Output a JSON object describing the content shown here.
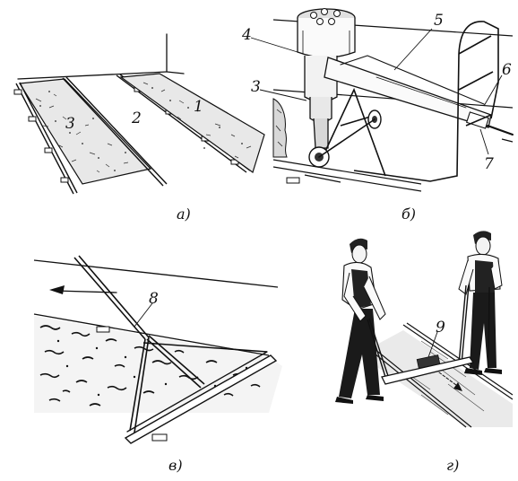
{
  "panels": [
    {
      "id": "a",
      "caption": "а)",
      "callouts": [
        "1",
        "2",
        "3"
      ]
    },
    {
      "id": "b",
      "caption": "б)",
      "callouts": [
        "3",
        "4",
        "5",
        "6",
        "7"
      ]
    },
    {
      "id": "v",
      "caption": "в)",
      "callouts": [
        "8"
      ]
    },
    {
      "id": "g",
      "caption": "г)",
      "callouts": [
        "9"
      ]
    }
  ],
  "colors": {
    "ink": "#111111",
    "background": "#ffffff"
  }
}
